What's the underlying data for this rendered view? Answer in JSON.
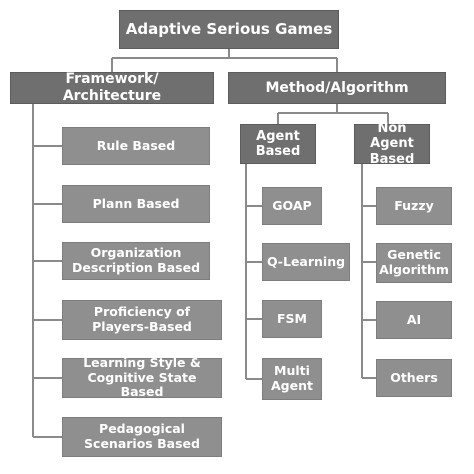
{
  "root": {
    "label": "Adaptive Serious Games"
  },
  "framework": {
    "label": "Framework/ Architecture",
    "items": [
      "Rule Based",
      "Plann Based",
      "Organization Description Based",
      "Proficiency of Players-Based",
      "Learning Style & Cognitive State Based",
      "Pedagogical Scenarios Based"
    ]
  },
  "method": {
    "label": "Method/Algorithm",
    "agent": {
      "label": "Agent Based",
      "items": [
        "GOAP",
        "Q-Learning",
        "FSM",
        "Multi Agent"
      ]
    },
    "nonagent": {
      "label": "Non Agent Based",
      "items": [
        "Fuzzy",
        "Genetic Algorithm",
        "AI",
        "Others"
      ]
    }
  },
  "colors": {
    "dark_box": "#6f6f6f",
    "light_box": "#8f8f8f",
    "connector": "#8a8a8a",
    "text": "#ffffff"
  }
}
